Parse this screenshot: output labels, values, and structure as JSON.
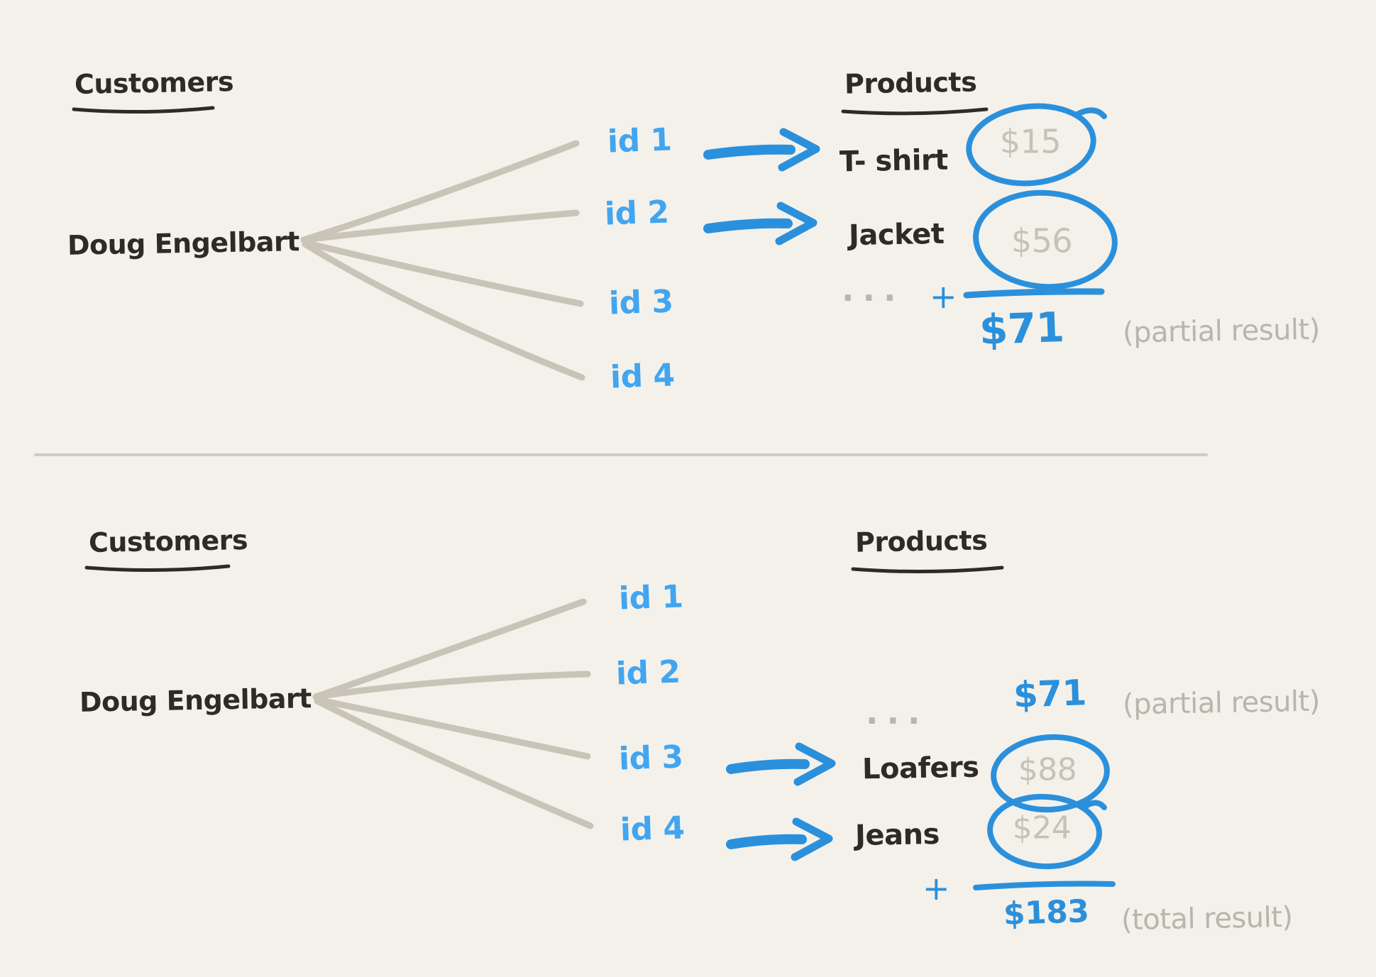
{
  "palette": {
    "background": "#f4f1ea",
    "ink": "#2e2b27",
    "connector_gray": "#c9c4b8",
    "id_blue": "#42a5f0",
    "draw_blue": "#2b90dc",
    "price_gray": "#c6c2b6",
    "note_gray": "#b9b5ac",
    "divider_gray": "#cbcbc9"
  },
  "top": {
    "customers_heading": "Customers",
    "products_heading": "Products",
    "customer_name": "Doug Engelbart",
    "ids": [
      "id 1",
      "id 2",
      "id 3",
      "id 4"
    ],
    "products": [
      {
        "name": "T- shirt",
        "price": "$15"
      },
      {
        "name": "Jacket",
        "price": "$56"
      }
    ],
    "ellipsis": "...",
    "plus": "+",
    "partial_sum": "$71",
    "partial_note": "(partial result)"
  },
  "bottom": {
    "customers_heading": "Customers",
    "products_heading": "Products",
    "customer_name": "Doug Engelbart",
    "ids": [
      "id 1",
      "id 2",
      "id 3",
      "id 4"
    ],
    "carryover": {
      "ellipsis": "...",
      "sum": "$71",
      "note": "(partial result)"
    },
    "products": [
      {
        "name": "Loafers",
        "price": "$88"
      },
      {
        "name": "Jeans",
        "price": "$24"
      }
    ],
    "plus": "+",
    "total_sum": "$183",
    "total_note": "(total result)"
  }
}
